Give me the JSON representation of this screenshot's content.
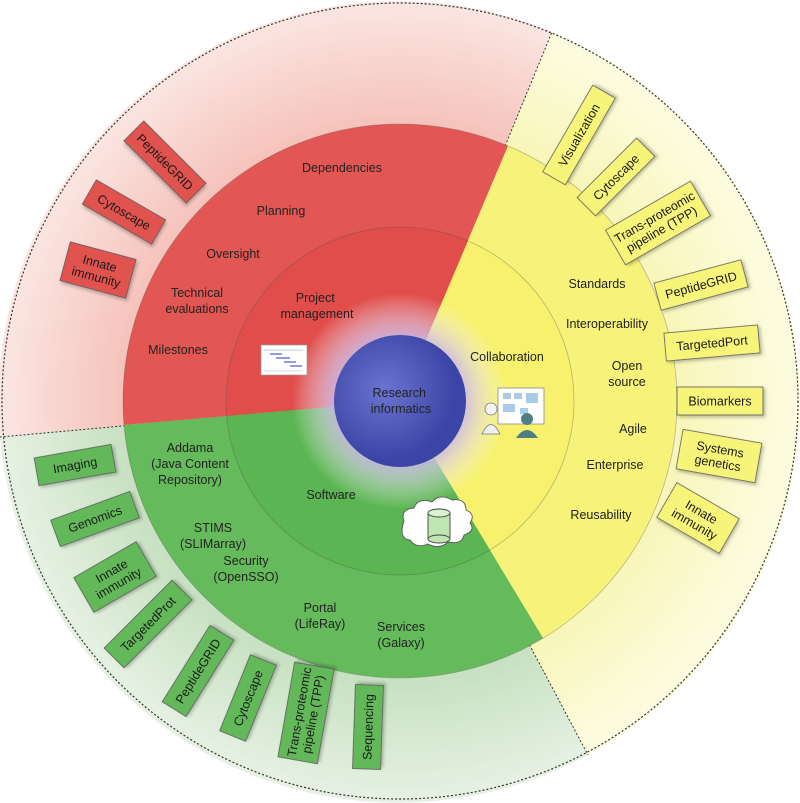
{
  "center": {
    "lines": [
      "Research",
      "informatics"
    ]
  },
  "inner": {
    "project_management": [
      "Project",
      "management"
    ],
    "collaboration": "Collaboration",
    "software": "Software"
  },
  "red_items": {
    "dependencies": [
      "Dependencies"
    ],
    "planning": [
      "Planning"
    ],
    "oversight": [
      "Oversight"
    ],
    "technical_evaluations": [
      "Technical",
      "evaluations"
    ],
    "milestones": [
      "Milestones"
    ]
  },
  "yellow_items": {
    "standards": [
      "Standards"
    ],
    "interoperability": [
      "Interoperability"
    ],
    "open_source": [
      "Open",
      "source"
    ],
    "agile": [
      "Agile"
    ],
    "enterprise": [
      "Enterprise"
    ],
    "reusability": [
      "Reusability"
    ]
  },
  "green_items": {
    "addama": [
      "Addama",
      "(Java Content",
      "Repository)"
    ],
    "stims": [
      "STIMS",
      "(SLIMarray)"
    ],
    "security": [
      "Security",
      "(OpenSSO)"
    ],
    "portal": [
      "Portal",
      "(LifeRay)"
    ],
    "services": [
      "Services",
      "(Galaxy)"
    ]
  },
  "red_tabs": {
    "peptidegrid": [
      "PeptideGRID"
    ],
    "cytoscape": [
      "Cytoscape"
    ],
    "innate_immunity": [
      "Innate",
      "immunity"
    ]
  },
  "yellow_tabs": {
    "visualization": [
      "Visualization"
    ],
    "cytoscape": [
      "Cytoscape"
    ],
    "tpp": [
      "Trans-proteomic",
      "pipeline (TPP)"
    ],
    "peptidegrid": [
      "PeptideGRID"
    ],
    "targetedport": [
      "TargetedPort"
    ],
    "biomarkers": [
      "Biomarkers"
    ],
    "systems_genetics": [
      "Systems",
      "genetics"
    ],
    "innate_immunity": [
      "Innate",
      "immunity"
    ]
  },
  "green_tabs": {
    "imaging": [
      "Imaging"
    ],
    "genomics": [
      "Genomics"
    ],
    "innate_immunity": [
      "Innate",
      "immunity"
    ],
    "targetedprot": [
      "TargetedProt"
    ],
    "peptidegrid": [
      "PeptideGRID"
    ],
    "cytoscape": [
      "Cytoscape"
    ],
    "tpp": [
      "Trans-proteomic",
      "pipeline (TPP)"
    ],
    "sequencing": [
      "Sequencing"
    ]
  },
  "colors": {
    "red": "#e0524f",
    "yellow": "#f7f47a",
    "green": "#63b95a",
    "center_blue": "#4a55b8",
    "red_bg": "#f6cfc9",
    "yellow_bg": "#fbf9c8",
    "green_bg": "#cde3c8"
  }
}
